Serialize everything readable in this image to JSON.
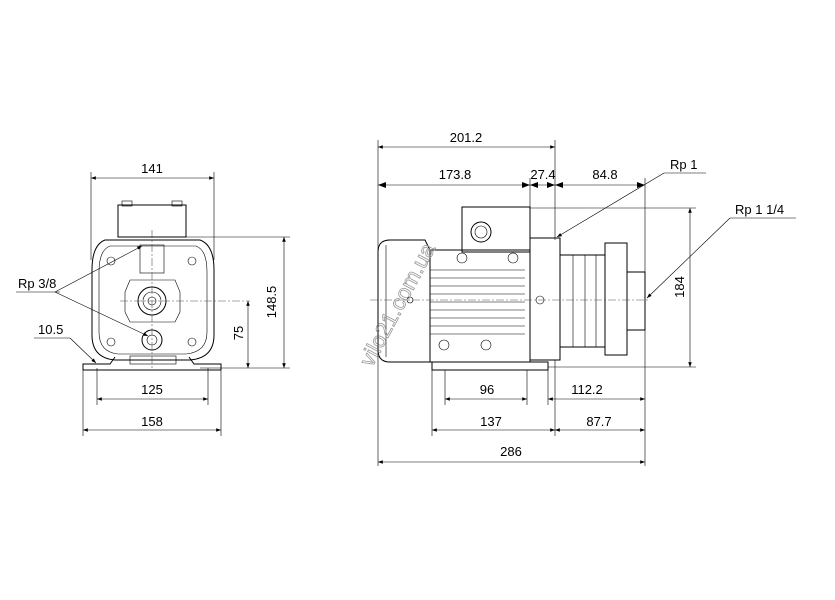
{
  "front_view": {
    "dims": {
      "width_top": "141",
      "height_total": "148.5",
      "shaft_height": "75",
      "foot_holes": "125",
      "foot_width": "158",
      "foot_hole_dia": "10.5"
    },
    "labels": {
      "drain_ports": "Rp 3/8"
    }
  },
  "side_view": {
    "dims": {
      "overall_top": "201.2",
      "motor_length": "173.8",
      "gap": "27.4",
      "pump_top": "84.8",
      "height": "184",
      "foot_holes": "96",
      "to_outlet_a": "112.2",
      "foot_length": "137",
      "to_outlet_b": "87.7",
      "overall_length": "286"
    },
    "labels": {
      "inlet": "Rp 1",
      "outlet": "Rp 1 1/4"
    }
  },
  "watermark": "vilo21.com.ua"
}
